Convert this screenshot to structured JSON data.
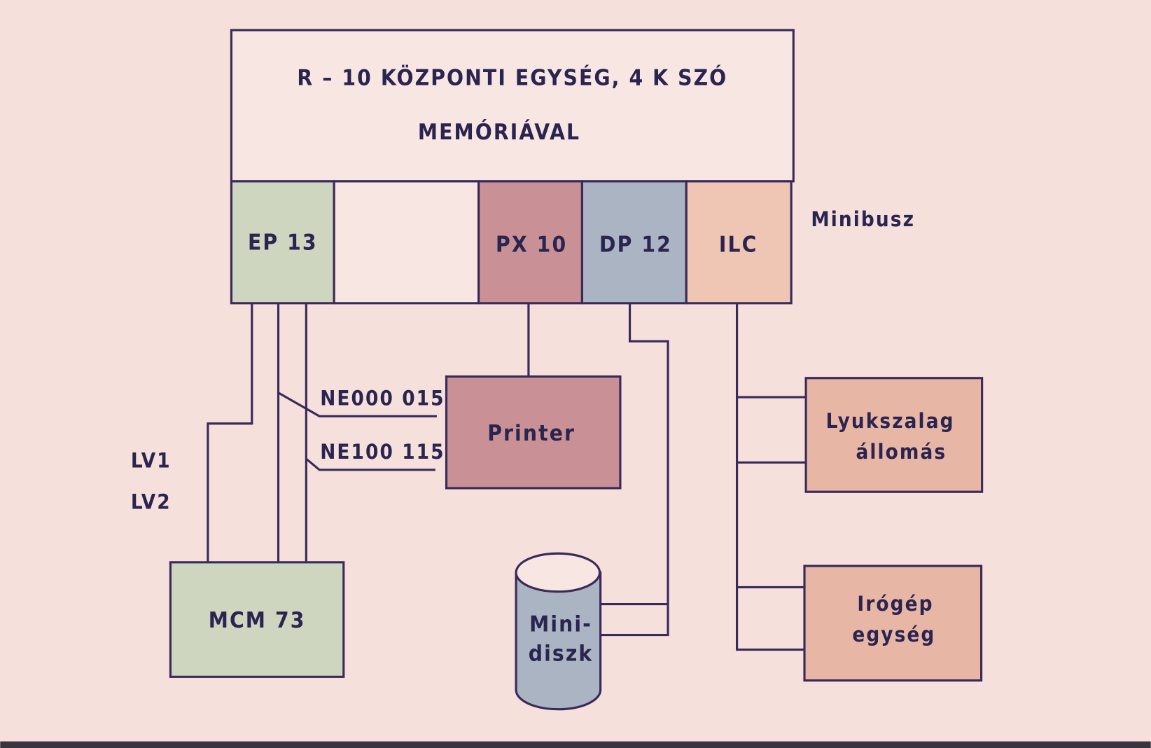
{
  "title": {
    "line1": "R – 10  KÖZPONTI  EGYSÉG,  4 K  SZÓ",
    "line2": "MEMÓRIÁVAL"
  },
  "modules": [
    {
      "label": "EP 13",
      "color": "#cfd6bf"
    },
    {
      "label": "",
      "color": "#f8e6e2"
    },
    {
      "label": "PX 10",
      "color": "#c99195"
    },
    {
      "label": "DP 12",
      "color": "#abb4c2"
    },
    {
      "label": "ILC",
      "color": "#efc5b4"
    }
  ],
  "bus_label": "Minibusz",
  "devices": {
    "printer": {
      "label": "Printer",
      "color": "#c99195"
    },
    "mcm": {
      "label": "MCM  73",
      "color": "#cfd6bf"
    },
    "disk": {
      "line1": "Mini-",
      "line2": "diszk",
      "color": "#abb4c2"
    },
    "tape": {
      "line1": "Lyukszalag",
      "line2": "állomás",
      "color": "#e8b6a4"
    },
    "typewriter": {
      "line1": "Irógép",
      "line2": "egység",
      "color": "#e8b6a4"
    }
  },
  "link_labels": {
    "ne1": "NE000 015",
    "ne2": "NE100 115",
    "lv1": "LV1",
    "lv2": "LV2"
  },
  "colors": {
    "background": "#f6e0dc",
    "line": "#3a2a5a",
    "text": "#2a2450"
  }
}
